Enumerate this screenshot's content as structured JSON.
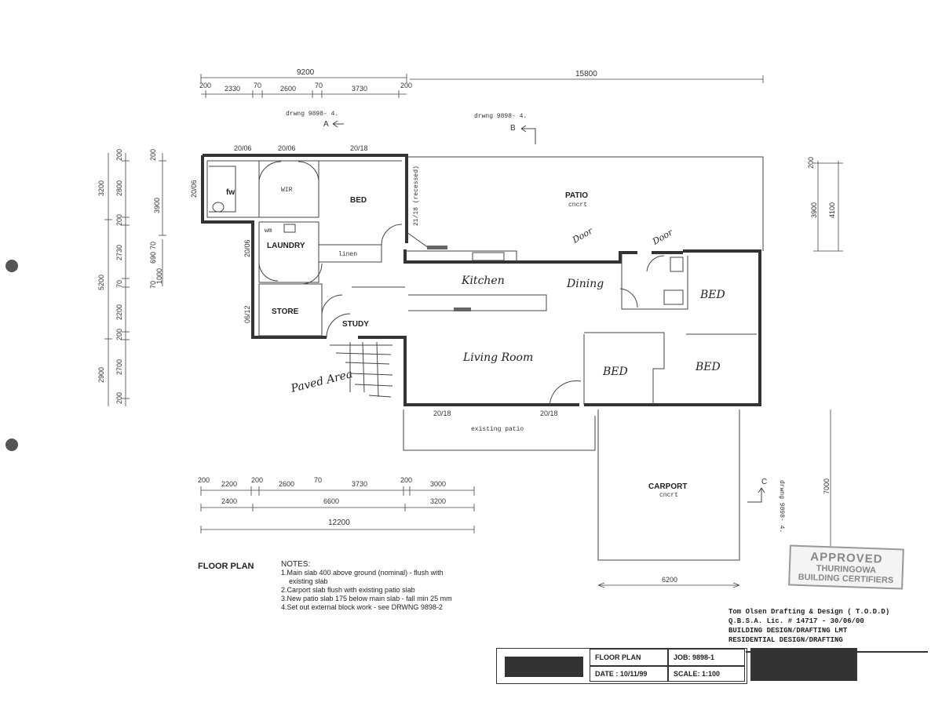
{
  "dims_top": {
    "overall_left": "9200",
    "overall_right": "15800",
    "segments": [
      "200",
      "2330",
      "70",
      "2600",
      "70",
      "3730",
      "200"
    ]
  },
  "dims_bottom": {
    "row1": [
      "200",
      "2200",
      "200",
      "2600",
      "70",
      "3730",
      "200",
      "3000"
    ],
    "row2": [
      "2400",
      "6600",
      "3200"
    ],
    "total": "12200"
  },
  "dims_left": {
    "outer": [
      "3200",
      "5200",
      "2900"
    ],
    "inner": [
      "200",
      "2800",
      "200",
      "2730",
      "70",
      "2200",
      "200",
      "2700",
      "200"
    ],
    "mid": [
      "200",
      "3900"
    ],
    "window": [
      "70",
      "1000",
      "70",
      "690"
    ]
  },
  "dims_right": {
    "a": "200",
    "b": "3900",
    "c": "4100",
    "carport": "7000",
    "carport_width": "6200"
  },
  "section_refs": {
    "a": {
      "text": "drwng 9898- 4.",
      "letter": "A"
    },
    "b": {
      "text": "drwng 9898- 4.",
      "letter": "B"
    },
    "c": {
      "text": "drwng 9898- 4.",
      "letter": "C"
    }
  },
  "window_labels": {
    "w1": "20/06",
    "w2": "20/06",
    "w3": "20/18",
    "w4": "20/06",
    "w5": "21/18 (recessed)",
    "w6": "20/06",
    "w7": "06/12",
    "w8": "20/18",
    "w9": "20/18"
  },
  "rooms": {
    "fw": "fw",
    "wir": "WIR",
    "bed1": "BED",
    "patio": "PATIO",
    "patio_sub": "cncrt",
    "laundry": "LAUNDRY",
    "wm": "wm",
    "linen": "linen",
    "store": "STORE",
    "study": "STUDY",
    "kitchen": "Kitchen",
    "dining": "Dining",
    "living": "Living Room",
    "bed2": "BED",
    "bed3": "BED",
    "bed4": "BED",
    "existing_patio": "existing patio",
    "carport": "CARPORT",
    "carport_sub": "cncrt",
    "paved": "Paved Area",
    "door1": "Door",
    "door2": "Door"
  },
  "plan_title": "FLOOR PLAN",
  "notes": {
    "heading": "NOTES:",
    "items": [
      "1.Main slab 400 above ground (nominal) - flush with",
      "existing slab",
      "2.Carport slab  flush with existing patio slab",
      "3.New patio slab 175 below main slab - fall min 25 mm",
      "4.Set out external block work - see DRWNG 9898-2"
    ]
  },
  "stamp": {
    "line1": "APPROVED",
    "line2": "THURINGOWA",
    "line3": "BUILDING CERTIFIERS"
  },
  "firm": {
    "line1": "Tom Olsen Drafting & Design ( T.O.D.D)",
    "line2": "Q.B.S.A. Lic. # 14717 - 30/06/00",
    "line3": "BUILDING DESIGN/DRAFTING LMT",
    "line4": "RESIDENTIAL DESIGN/DRAFTING"
  },
  "title_block": {
    "title": "FLOOR PLAN",
    "job": "JOB:  9898-1",
    "date": "DATE : 10/11/99",
    "scale": "SCALE:  1:100"
  }
}
